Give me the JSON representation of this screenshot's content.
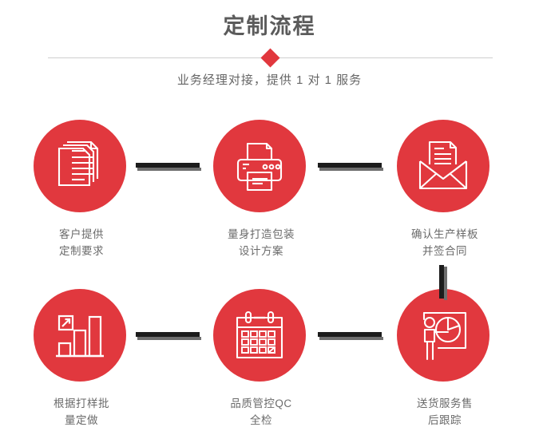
{
  "header": {
    "title": "定制流程",
    "subtitle": "业务经理对接，提供 1 对 1 服务",
    "divider_icon": "diamond-marker"
  },
  "theme": {
    "accent_red": "#E1383E",
    "title_gray": "#5B5B5B",
    "label_gray": "#6B6B6B",
    "connector_dark": "#1C1C1C",
    "connector_shadow": "#6E6E6E",
    "divider_line": "#CFCFCF",
    "background": "#FFFFFF"
  },
  "flow": {
    "steps": [
      {
        "index": 1,
        "icon": "documents-stack-icon",
        "label": "客户提供\n定制要求"
      },
      {
        "index": 2,
        "icon": "printer-icon",
        "label": "量身打造包装\n设计方案"
      },
      {
        "index": 3,
        "icon": "envelope-document-icon",
        "label": "确认生产样板\n并签合同"
      },
      {
        "index": 4,
        "icon": "bar-chart-growth-icon",
        "label": "根据打样批\n量定做"
      },
      {
        "index": 5,
        "icon": "calendar-icon",
        "label": "品质管控QC\n全检"
      },
      {
        "index": 6,
        "icon": "presentation-pie-chart-icon",
        "label": "送货服务售\n后跟踪"
      }
    ],
    "connectors": [
      {
        "name": "connector-1-to-2",
        "orientation": "horizontal"
      },
      {
        "name": "connector-2-to-3",
        "orientation": "horizontal"
      },
      {
        "name": "connector-3-to-4",
        "orientation": "vertical"
      },
      {
        "name": "connector-4-to-5",
        "orientation": "horizontal"
      },
      {
        "name": "connector-5-to-6",
        "orientation": "horizontal"
      }
    ]
  }
}
